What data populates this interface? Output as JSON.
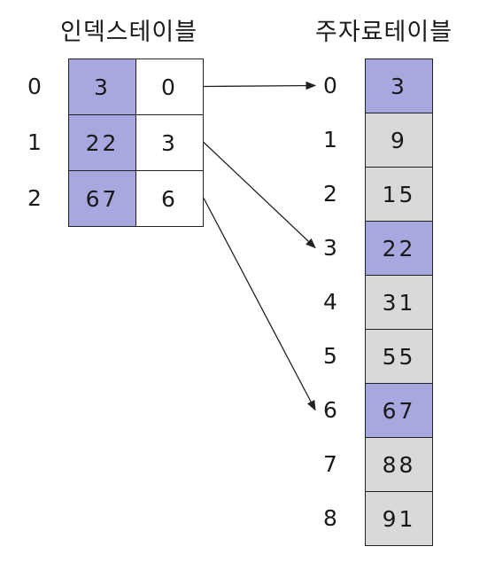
{
  "index_table": {
    "title": "인덱스테이블",
    "rows": [
      {
        "label": "0",
        "key": "3",
        "pointer": "0"
      },
      {
        "label": "1",
        "key": "22",
        "pointer": "3"
      },
      {
        "label": "2",
        "key": "67",
        "pointer": "6"
      }
    ]
  },
  "main_table": {
    "title": "주자료테이블",
    "rows": [
      {
        "label": "0",
        "value": "3",
        "highlighted": true
      },
      {
        "label": "1",
        "value": "9",
        "highlighted": false
      },
      {
        "label": "2",
        "value": "15",
        "highlighted": false
      },
      {
        "label": "3",
        "value": "22",
        "highlighted": true
      },
      {
        "label": "4",
        "value": "31",
        "highlighted": false
      },
      {
        "label": "5",
        "value": "55",
        "highlighted": false
      },
      {
        "label": "6",
        "value": "67",
        "highlighted": true
      },
      {
        "label": "7",
        "value": "88",
        "highlighted": false
      },
      {
        "label": "8",
        "value": "91",
        "highlighted": false
      }
    ]
  },
  "colors": {
    "highlight": "#a8a8e0",
    "main_cell": "#d9d9d9",
    "index_pointer_cell": "#ffffff",
    "line": "#222222"
  }
}
